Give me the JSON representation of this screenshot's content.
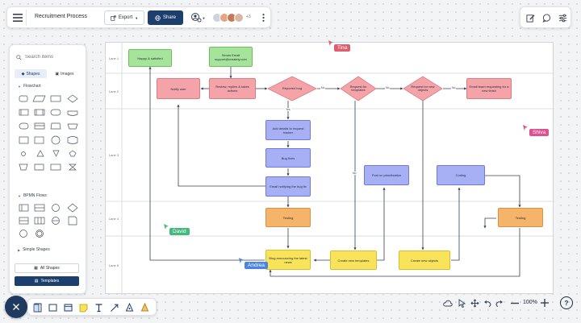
{
  "header": {
    "doc_title": "Recruitment Process",
    "export_label": "Export",
    "share_label": "Share",
    "collab_more": "+3"
  },
  "left_panel": {
    "search_placeholder": "Search items",
    "tab_shapes": "Shapes",
    "tab_images": "Images",
    "section_flowchart": "Flowchart",
    "section_bpmn": "BPMN Flows",
    "section_simple": "Simple Shapes",
    "all_shapes_label": "All Shapes",
    "templates_label": "Templates"
  },
  "lanes": [
    "Lane 1",
    "Lane 2",
    "Lane 3",
    "Lane 4",
    "Lane 5"
  ],
  "nodes": {
    "happy_satisfied": "Happy & satisfied",
    "sends_email": "Sends Email support@creately.com",
    "notify_user": "Notify user",
    "review_replies": "Review, replies & takes actions",
    "reported_bug": "Reported bug",
    "request_templates": "Request for templates",
    "request_objects": "Request for new objects",
    "email_team": "Email team requesting for a new finish",
    "add_details": "Add details to request tracker",
    "bug_fixes": "Bug fixes",
    "email_notifying": "Email notifying the bug fix",
    "post_on_prioritization": "Post on prioritization",
    "coding": "Coding",
    "testing_lane4": "Testing",
    "testing_right": "Testing",
    "blog_announcing": "Blog announcing the latest news",
    "create_templates": "Create new templates",
    "create_objects": "Create new objects"
  },
  "edge_labels": {
    "yes": "Yes",
    "no1": "No",
    "no2": "No",
    "no3": "No",
    "no4": "No"
  },
  "cursors": {
    "tina": "Tina",
    "shiva": "Shiva",
    "david": "David",
    "andrea": "Andrea"
  },
  "zoom_level": "100%",
  "help_label": "?",
  "colors": {
    "accent_dark": "#1e3a5f",
    "share_blue": "#1d3f6e",
    "tina": "#e05d6f",
    "shiva": "#e04f8f",
    "david": "#43b97f",
    "andrea": "#4a84e0",
    "green_node": "#a7e49b",
    "pink_node": "#f4a4a8",
    "blue_node": "#a7b0f4",
    "orange_node": "#f5b469",
    "yellow_node": "#f8e35b"
  }
}
